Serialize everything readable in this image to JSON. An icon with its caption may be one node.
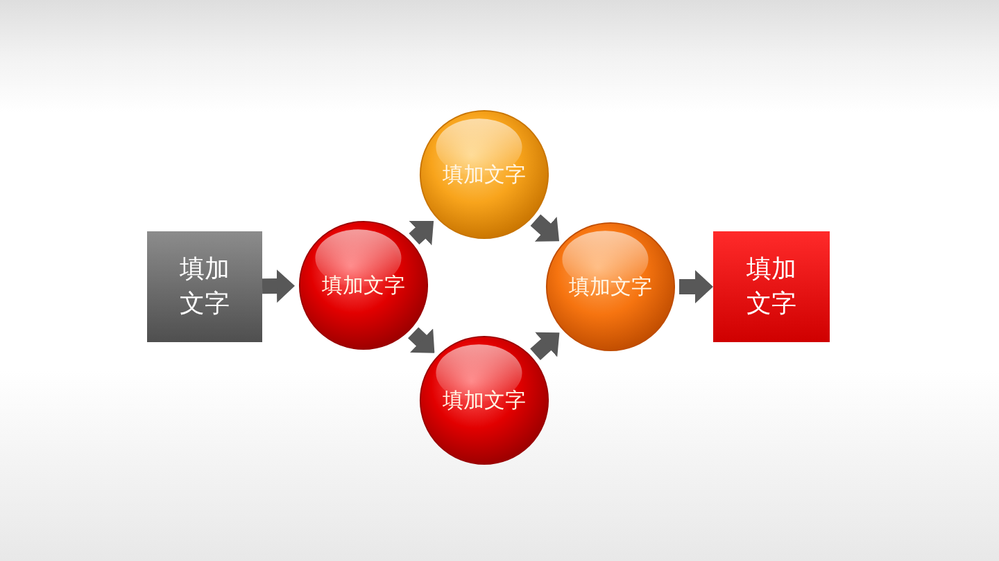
{
  "diagram": {
    "nodes": [
      {
        "text": [
          "填加文字"
        ]
      },
      {
        "text": [
          "填加文字"
        ]
      },
      {
        "text": [
          "填加文字"
        ]
      },
      {
        "text": [
          "填加文字"
        ]
      },
      {
        "text": [
          "填加文字"
        ]
      },
      {
        "text": [
          "填加文字"
        ]
      }
    ],
    "edges": [
      {
        "from": 0,
        "to": 1,
        "arrow": "to"
      },
      {
        "from": 1,
        "to": 2,
        "arrow": "to"
      },
      {
        "from": 1,
        "to": 3,
        "arrow": "to"
      },
      {
        "from": 2,
        "to": 4,
        "arrow": "to"
      },
      {
        "from": 3,
        "to": 4,
        "arrow": "to"
      },
      {
        "from": 4,
        "to": 5,
        "arrow": "to"
      }
    ]
  }
}
